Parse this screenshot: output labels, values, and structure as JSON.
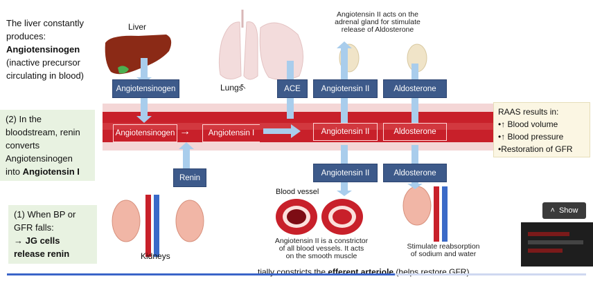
{
  "left_panel": {
    "intro_line1": "The liver constantly",
    "intro_line2": "produces:",
    "intro_bold": "Angiotensinogen",
    "intro_line3": "(inactive precursor",
    "intro_line4": "circulating in blood)",
    "step2_line1": "(2) In the",
    "step2_line2": "bloodstream, renin",
    "step2_line3": "converts",
    "step2_line4": "Angiotensinogen",
    "step2_line5": "into",
    "step2_bold": "Angiotensin I",
    "step1_line1": "(1) When BP or",
    "step1_line2": "GFR falls:",
    "step1_bold1": "→ JG cells",
    "step1_bold2": "release renin"
  },
  "diagram": {
    "liver_label": "Liver",
    "lungs_label": "Lungs",
    "kidneys_label": "Kidneys",
    "blood_vessel_label": "Blood vessel",
    "box_angiotensinogen": "Angiotensinogen",
    "vessel_angiotensinogen": "Angiotensinogen",
    "vessel_angiotensin1": "Angiotensin I",
    "box_renin": "Renin",
    "box_ace": "ACE",
    "box_ang2_top": "Angiotensin II",
    "box_aldo_top": "Aldosterone",
    "vessel_ang2": "Angiotensin II",
    "vessel_aldo": "Aldosterone",
    "box_ang2_bottom": "Angiotensin II",
    "box_aldo_bottom": "Aldosterone",
    "adrenal_caption1": "Angiotensin II acts on the",
    "adrenal_caption2": "adrenal gland for stimulate",
    "adrenal_caption3": "release of Aldosterone",
    "constrictor_caption1": "Angiotensin II is a constrictor",
    "constrictor_caption2": "of all blood vessels. It acts",
    "constrictor_caption3": "on the smooth muscle",
    "reabsorb_caption1": "Stimulate reabsorption",
    "reabsorb_caption2": "of sodium and water"
  },
  "raas_note": {
    "title": "RAAS results in:",
    "item1": "•↑ Blood volume",
    "item2": "•↑ Blood pressure",
    "item3": "•Restoration of GFR"
  },
  "subtitle": {
    "text_pre": "tially constricts the ",
    "bold1": "efferent",
    "mid": " ",
    "bold2": "arteriole",
    "text_post": " (helps restore GFR)"
  },
  "player": {
    "show_label": "Show",
    "show_icon": "chevron-up-icon",
    "progress_percent": 67
  },
  "colors": {
    "vessel_red": "#c8202a",
    "box_blue": "#3d5a8a",
    "arrow_blue": "#a9cdec",
    "green_note": "#e8f2e1",
    "yellow_note": "#fbf6e3"
  }
}
